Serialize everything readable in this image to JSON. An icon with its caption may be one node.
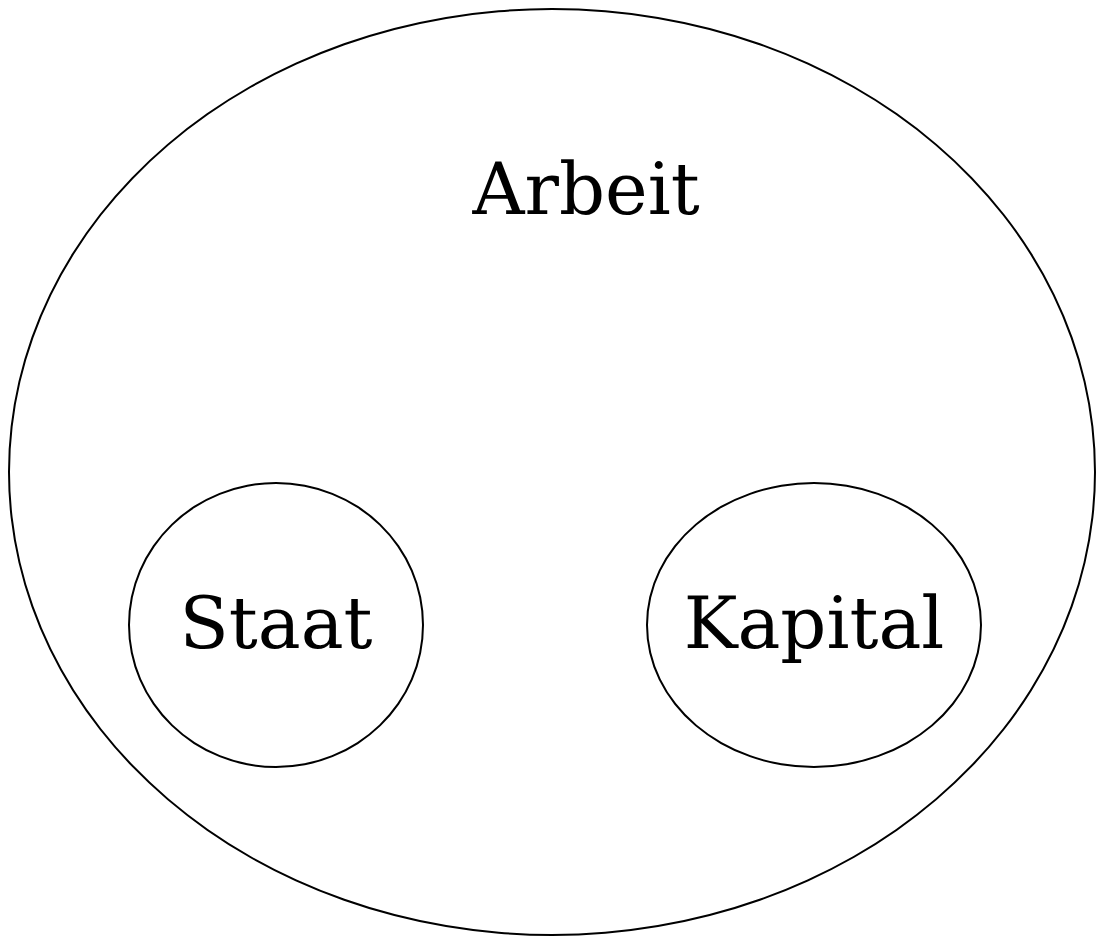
{
  "diagram": {
    "nodes": [
      {
        "text": [
          "Arbeit"
        ]
      },
      {
        "text": [
          "Staat"
        ],
        "in": 0
      },
      {
        "text": [
          "Kapital"
        ],
        "in": 0
      }
    ]
  }
}
